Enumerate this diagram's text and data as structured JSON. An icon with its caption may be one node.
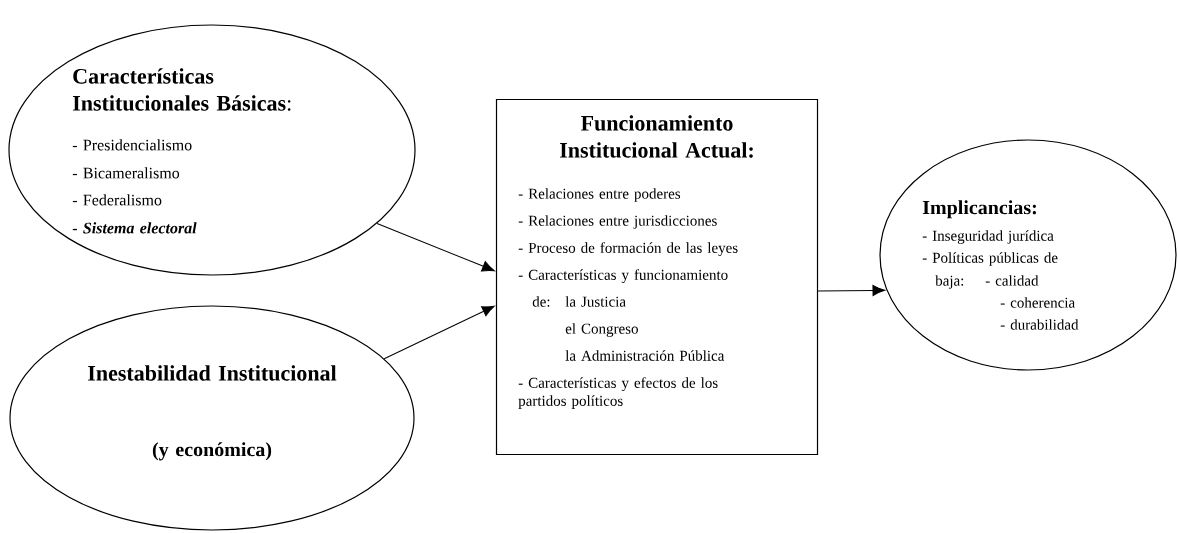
{
  "diagram": {
    "nodes": [
      {
        "text": [
          "**Características Institucionales Básicas**:",
          "- Presidencialismo",
          "- Bicameralismo",
          "- Federalismo",
          "- *Sistema electoral*"
        ]
      },
      {
        "text": [
          "Inestabilidad Institucional",
          "(y económica)"
        ]
      },
      {
        "text": [
          "Funcionamiento Institucional Actual:",
          "- Relaciones entre poderes",
          "- Relaciones entre jurisdicciones",
          "- Proceso de formación de las leyes",
          "- Características y funcionamiento",
          "de:",
          "la Justicia",
          "el Congreso",
          "la Administración Pública",
          "- Características y efectos de los partidos políticos"
        ]
      },
      {
        "text": [
          "Implicancias:",
          "- Inseguridad jurídica",
          "- Políticas públicas de",
          "baja:",
          "- calidad",
          "- coherencia",
          "- durabilidad"
        ]
      }
    ],
    "edges": [
      {
        "from": 0,
        "to": 2,
        "arrow": "to"
      },
      {
        "from": 1,
        "to": 2,
        "arrow": "to"
      },
      {
        "from": 2,
        "to": 3,
        "arrow": "to"
      }
    ]
  }
}
